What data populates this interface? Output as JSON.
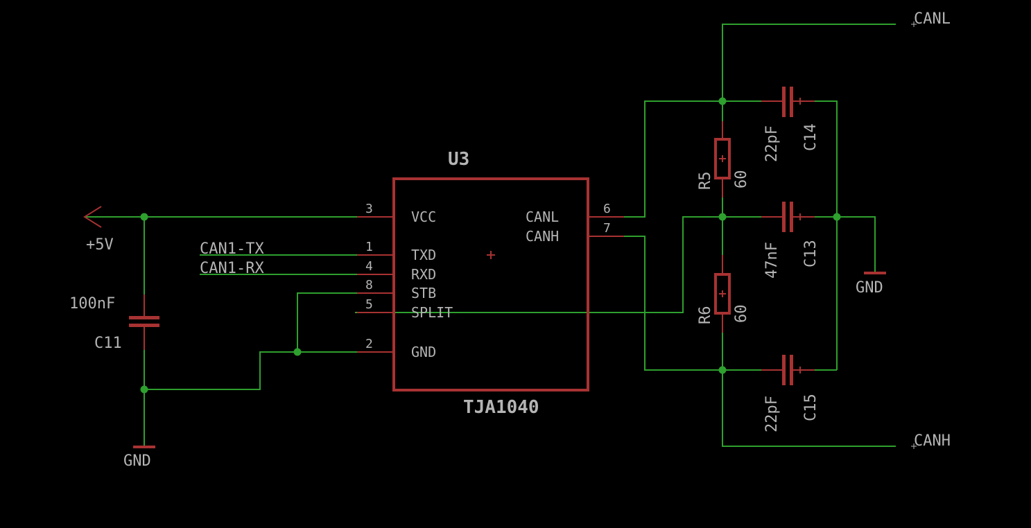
{
  "schematic": {
    "chip": {
      "ref": "U3",
      "value": "TJA1040",
      "pins_left": [
        {
          "num": "3",
          "name": "VCC"
        },
        {
          "num": "1",
          "name": "TXD"
        },
        {
          "num": "4",
          "name": "RXD"
        },
        {
          "num": "8",
          "name": "STB"
        },
        {
          "num": "5",
          "name": "SPLIT"
        },
        {
          "num": "2",
          "name": "GND"
        }
      ],
      "pins_right": [
        {
          "num": "6",
          "name": "CANL"
        },
        {
          "num": "7",
          "name": "CANH"
        }
      ]
    },
    "nets": {
      "supply": "+5V",
      "gnd_left": "GND",
      "gnd_right": "GND",
      "tx": "CAN1-TX",
      "rx": "CAN1-RX",
      "canl_out": "CANL",
      "canh_out": "CANH"
    },
    "parts": {
      "c11": {
        "ref": "C11",
        "value": "100nF"
      },
      "c13": {
        "ref": "C13",
        "value": "47nF"
      },
      "c14": {
        "ref": "C14",
        "value": "22pF"
      },
      "c15": {
        "ref": "C15",
        "value": "22pF"
      },
      "r5": {
        "ref": "R5",
        "value": "60"
      },
      "r6": {
        "ref": "R6",
        "value": "60"
      }
    },
    "colors": {
      "background": "#000000",
      "wire": "#2ea02e",
      "symbol": "#a83232",
      "text": "#b4b4b4"
    }
  }
}
